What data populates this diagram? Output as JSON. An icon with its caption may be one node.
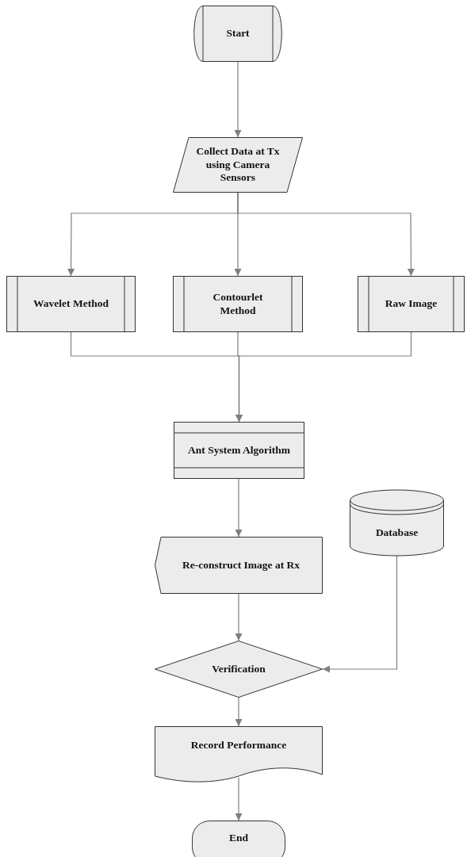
{
  "diagram": {
    "nodes": [
      {
        "text": [
          "Start"
        ]
      },
      {
        "text": [
          "Collect Data at Tx using Camera Sensors"
        ]
      },
      {
        "text": [
          "Wavelet Method"
        ]
      },
      {
        "text": [
          "Contourlet Method"
        ]
      },
      {
        "text": [
          "Raw Image"
        ]
      },
      {
        "text": [
          "Ant System Algorithm"
        ]
      },
      {
        "text": [
          "Re-construct Image at Rx"
        ]
      },
      {
        "text": [
          "Database"
        ]
      },
      {
        "text": [
          "Verification"
        ]
      },
      {
        "text": [
          "Record Performance"
        ]
      },
      {
        "text": [
          "End"
        ]
      }
    ],
    "edges": [
      {
        "from": 0,
        "to": 1,
        "arrow": "to"
      },
      {
        "from": 1,
        "to": 2,
        "arrow": "to"
      },
      {
        "from": 1,
        "to": 3,
        "arrow": "to"
      },
      {
        "from": 1,
        "to": 4,
        "arrow": "to"
      },
      {
        "from": 2,
        "to": 5,
        "arrow": "to"
      },
      {
        "from": 3,
        "to": 5,
        "arrow": "to"
      },
      {
        "from": 4,
        "to": 5,
        "arrow": "to"
      },
      {
        "from": 5,
        "to": 6,
        "arrow": "to"
      },
      {
        "from": 6,
        "to": 8,
        "arrow": "to"
      },
      {
        "from": 7,
        "to": 8,
        "arrow": "to"
      },
      {
        "from": 8,
        "to": 9,
        "arrow": "to"
      },
      {
        "from": 9,
        "to": 10,
        "arrow": "to"
      }
    ]
  }
}
